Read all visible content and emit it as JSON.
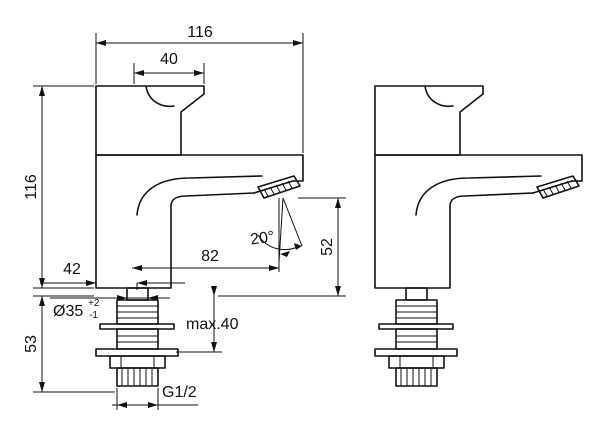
{
  "drawing": {
    "dimensions": {
      "overall_width": "116",
      "handle_width": "40",
      "overall_height": "116",
      "spout_reach": "82",
      "body_offset": "42",
      "spout_height": "52",
      "spout_angle": "20°",
      "below_deck_height": "53",
      "max_deck_thickness": "max.40",
      "thread": "G1/2",
      "hole_diameter_prefix": "Ø35",
      "hole_tolerance_upper": "+2",
      "hole_tolerance_lower": "-1"
    },
    "colors": {
      "line": "#111111",
      "background": "#ffffff"
    }
  }
}
